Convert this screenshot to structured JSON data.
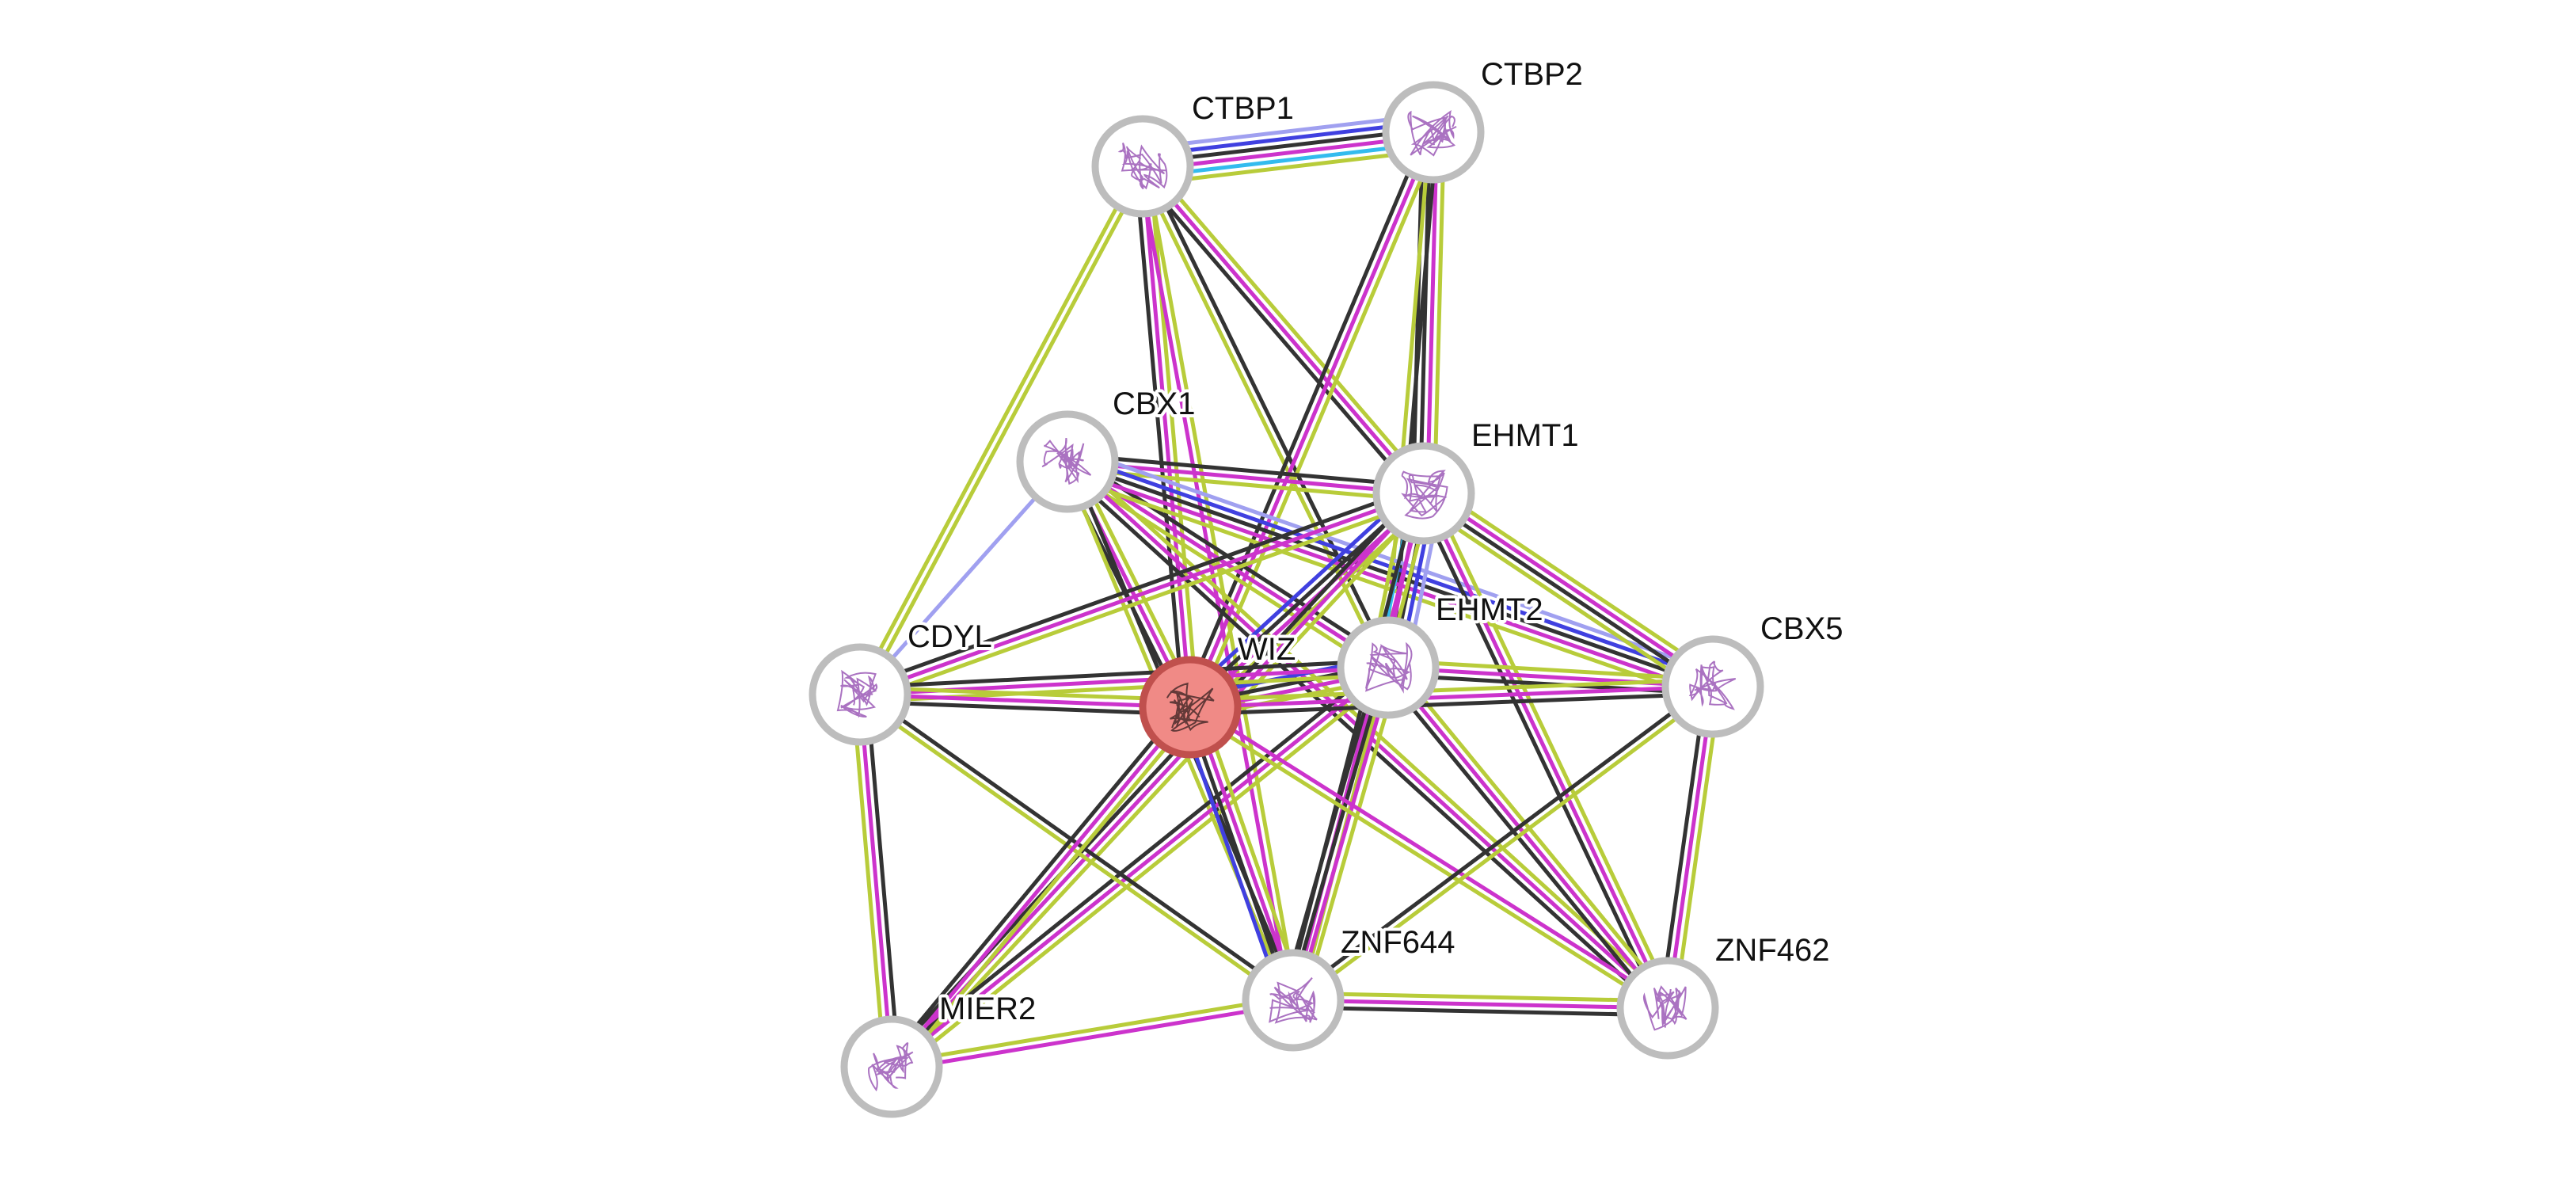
{
  "colors": {
    "node_ring": "#bdbdbd",
    "node_fill": "#ffffff",
    "query_fill": "#f08a86",
    "query_ring": "#c0504d",
    "structure": "#9b59b6",
    "evidence": {
      "textmining": "#b8cc3a",
      "experiments": "#cc33cc",
      "coexpression": "#333333",
      "databases": "#4040e0",
      "curated": "#33bbee",
      "homology": "#a0a0f0"
    }
  },
  "nodes": [
    {
      "id": "WIZ",
      "label": "WIZ",
      "query": true
    },
    {
      "id": "CTBP1",
      "label": "CTBP1"
    },
    {
      "id": "CTBP2",
      "label": "CTBP2"
    },
    {
      "id": "CBX1",
      "label": "CBX1"
    },
    {
      "id": "EHMT1",
      "label": "EHMT1"
    },
    {
      "id": "EHMT2",
      "label": "EHMT2"
    },
    {
      "id": "CDYL",
      "label": "CDYL"
    },
    {
      "id": "CBX5",
      "label": "CBX5"
    },
    {
      "id": "MIER2",
      "label": "MIER2"
    },
    {
      "id": "ZNF644",
      "label": "ZNF644"
    },
    {
      "id": "ZNF462",
      "label": "ZNF462"
    }
  ],
  "edges": [
    {
      "a": "CTBP1",
      "b": "CTBP2",
      "evidence": [
        "homology",
        "databases",
        "coexpression",
        "experiments",
        "curated",
        "textmining"
      ]
    },
    {
      "a": "CTBP1",
      "b": "WIZ",
      "evidence": [
        "textmining",
        "experiments",
        "coexpression"
      ]
    },
    {
      "a": "CTBP1",
      "b": "CDYL",
      "evidence": [
        "textmining",
        "textmining"
      ]
    },
    {
      "a": "CTBP1",
      "b": "EHMT1",
      "evidence": [
        "textmining",
        "experiments",
        "coexpression"
      ]
    },
    {
      "a": "CTBP1",
      "b": "EHMT2",
      "evidence": [
        "coexpression",
        "textmining"
      ]
    },
    {
      "a": "CTBP1",
      "b": "ZNF644",
      "evidence": [
        "textmining",
        "experiments"
      ]
    },
    {
      "a": "CTBP2",
      "b": "EHMT1",
      "evidence": [
        "textmining",
        "experiments",
        "coexpression",
        "coexpression"
      ]
    },
    {
      "a": "CTBP2",
      "b": "WIZ",
      "evidence": [
        "textmining",
        "experiments",
        "coexpression"
      ]
    },
    {
      "a": "CTBP2",
      "b": "EHMT2",
      "evidence": [
        "coexpression",
        "textmining"
      ]
    },
    {
      "a": "CBX1",
      "b": "CDYL",
      "evidence": [
        "homology"
      ]
    },
    {
      "a": "CBX1",
      "b": "EHMT1",
      "evidence": [
        "coexpression",
        "experiments",
        "textmining"
      ]
    },
    {
      "a": "CBX1",
      "b": "EHMT2",
      "evidence": [
        "coexpression",
        "experiments",
        "textmining"
      ]
    },
    {
      "a": "CBX1",
      "b": "WIZ",
      "evidence": [
        "textmining",
        "experiments",
        "coexpression"
      ]
    },
    {
      "a": "CBX1",
      "b": "CBX5",
      "evidence": [
        "homology",
        "databases",
        "coexpression",
        "experiments",
        "textmining"
      ]
    },
    {
      "a": "CBX1",
      "b": "ZNF462",
      "evidence": [
        "textmining",
        "experiments",
        "coexpression"
      ]
    },
    {
      "a": "CBX1",
      "b": "ZNF644",
      "evidence": [
        "coexpression",
        "textmining"
      ]
    },
    {
      "a": "EHMT1",
      "b": "EHMT2",
      "evidence": [
        "homology",
        "databases",
        "coexpression",
        "experiments",
        "curated",
        "textmining"
      ]
    },
    {
      "a": "EHMT1",
      "b": "WIZ",
      "evidence": [
        "textmining",
        "experiments",
        "coexpression",
        "databases"
      ]
    },
    {
      "a": "EHMT1",
      "b": "CDYL",
      "evidence": [
        "textmining",
        "experiments",
        "coexpression"
      ]
    },
    {
      "a": "EHMT1",
      "b": "CBX5",
      "evidence": [
        "textmining",
        "experiments",
        "coexpression",
        "textmining"
      ]
    },
    {
      "a": "EHMT1",
      "b": "ZNF644",
      "evidence": [
        "textmining",
        "experiments",
        "coexpression"
      ]
    },
    {
      "a": "EHMT1",
      "b": "ZNF462",
      "evidence": [
        "textmining",
        "experiments",
        "coexpression"
      ]
    },
    {
      "a": "EHMT1",
      "b": "MIER2",
      "evidence": [
        "textmining",
        "experiments",
        "coexpression"
      ]
    },
    {
      "a": "EHMT2",
      "b": "WIZ",
      "evidence": [
        "textmining",
        "experiments",
        "coexpression",
        "databases"
      ]
    },
    {
      "a": "EHMT2",
      "b": "CBX5",
      "evidence": [
        "textmining",
        "experiments",
        "coexpression"
      ]
    },
    {
      "a": "EHMT2",
      "b": "ZNF644",
      "evidence": [
        "textmining",
        "experiments",
        "coexpression",
        "coexpression"
      ]
    },
    {
      "a": "EHMT2",
      "b": "ZNF462",
      "evidence": [
        "textmining",
        "experiments",
        "coexpression"
      ]
    },
    {
      "a": "EHMT2",
      "b": "MIER2",
      "evidence": [
        "textmining",
        "experiments",
        "coexpression"
      ]
    },
    {
      "a": "EHMT2",
      "b": "CDYL",
      "evidence": [
        "textmining",
        "experiments",
        "coexpression"
      ]
    },
    {
      "a": "CDYL",
      "b": "WIZ",
      "evidence": [
        "textmining",
        "experiments",
        "coexpression"
      ]
    },
    {
      "a": "CDYL",
      "b": "MIER2",
      "evidence": [
        "coexpression",
        "experiments",
        "textmining"
      ]
    },
    {
      "a": "CDYL",
      "b": "ZNF644",
      "evidence": [
        "coexpression",
        "textmining"
      ]
    },
    {
      "a": "WIZ",
      "b": "CBX5",
      "evidence": [
        "textmining",
        "experiments",
        "coexpression"
      ]
    },
    {
      "a": "WIZ",
      "b": "ZNF644",
      "evidence": [
        "textmining",
        "experiments",
        "coexpression",
        "databases"
      ]
    },
    {
      "a": "WIZ",
      "b": "MIER2",
      "evidence": [
        "textmining",
        "experiments",
        "coexpression"
      ]
    },
    {
      "a": "WIZ",
      "b": "ZNF462",
      "evidence": [
        "experiments",
        "textmining"
      ]
    },
    {
      "a": "CBX5",
      "b": "ZNF644",
      "evidence": [
        "textmining",
        "coexpression"
      ]
    },
    {
      "a": "CBX5",
      "b": "ZNF462",
      "evidence": [
        "textmining",
        "experiments",
        "coexpression"
      ]
    },
    {
      "a": "ZNF644",
      "b": "ZNF462",
      "evidence": [
        "textmining",
        "experiments",
        "coexpression"
      ]
    },
    {
      "a": "ZNF644",
      "b": "MIER2",
      "evidence": [
        "experiments",
        "textmining"
      ]
    }
  ]
}
